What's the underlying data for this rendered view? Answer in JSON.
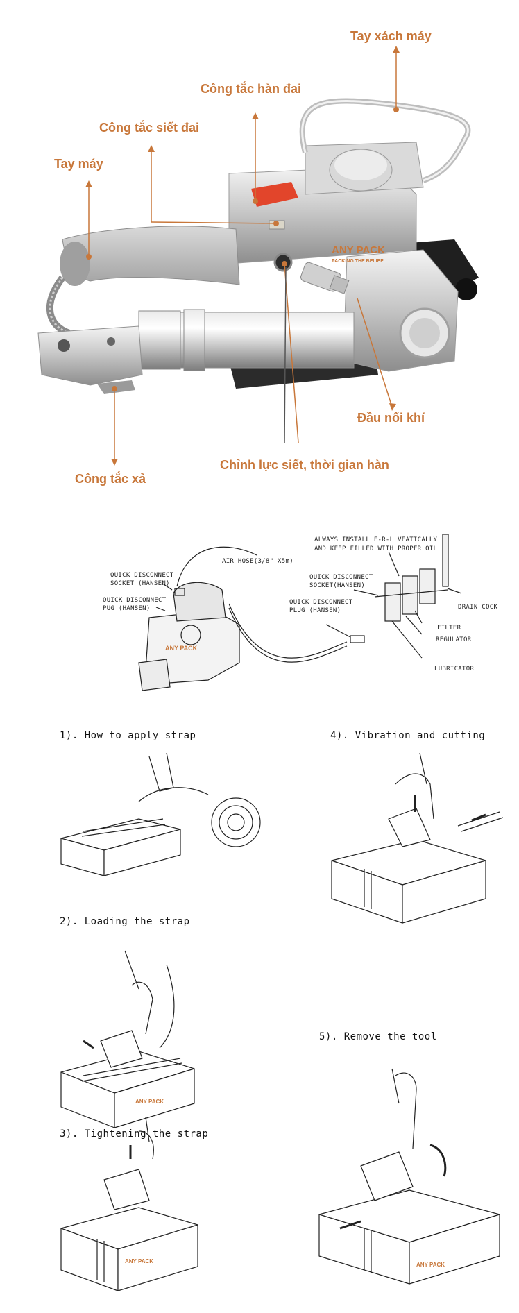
{
  "top_labels": {
    "tay_xach_may": "Tay xách máy",
    "cong_tac_han_dai": "Công tắc hàn đai",
    "cong_tac_siet_dai": "Công tắc siết đai",
    "tay_may": "Tay máy",
    "dau_noi_khi": "Đầu nối khí",
    "chinh_luc_siet": "Chỉnh lực siết, thời gian hàn",
    "cong_tac_xa": "Công tắc xả"
  },
  "brand": {
    "name": "ANY PACK",
    "tagline": "PACKING THE BELIEF"
  },
  "schematic": {
    "always_install_1": "ALWAYS INSTALL F-R-L VEATICALLY",
    "always_install_2": "AND KEEP FILLED WITH PROPER OIL",
    "air_hose": "AIR HOSE(3/8\" X5m)",
    "qd_socket_left_1": "QUICK DISCONNECT",
    "qd_socket_left_2": "SOCKET (HANSEN)",
    "qd_plug_left_1": "QUICK DISCONNECT",
    "qd_plug_left_2": "PUG (HANSEN)",
    "qd_socket_right_1": "QUICK DISCONNECT",
    "qd_socket_right_2": "SOCKET(HANSEN)",
    "qd_plug_right_1": "QUICK DISCONNECT",
    "qd_plug_right_2": "PLUG (HANSEN)",
    "drain_cock": "DRAIN COCK",
    "filter": "FILTER",
    "regulator": "REGULATOR",
    "lubricator": "LUBRICATOR"
  },
  "steps": {
    "s1": "1). How to apply strap",
    "s2": "2). Loading the strap",
    "s3": "3). Tightening the strap",
    "s4": "4). Vibration and cutting",
    "s5": "5). Remove the tool"
  },
  "colors": {
    "accent": "#c8773a",
    "switch_red": "#e2452b",
    "ink": "#222222"
  }
}
